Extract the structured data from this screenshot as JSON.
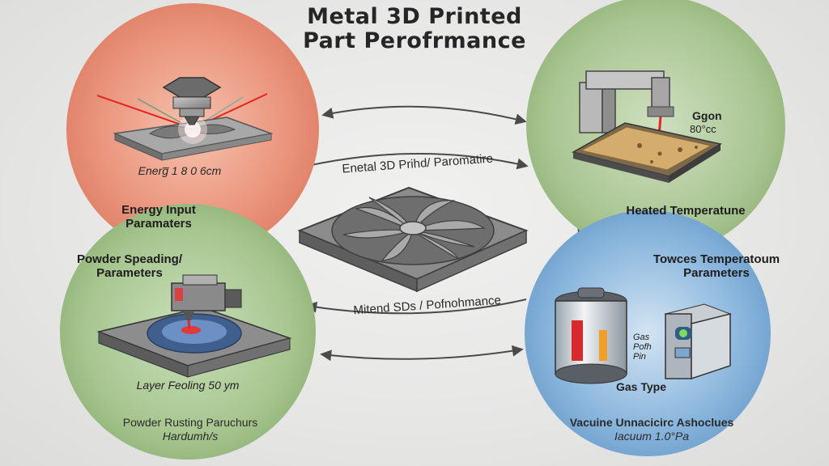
{
  "title": {
    "line1": "Metal 3D Printed",
    "line2": "Part Perofrmance"
  },
  "center": {
    "top_label": "Enetal 3D Prihd/ Paromatire",
    "bottom_label": "Mitend SDs / Pofnohmance"
  },
  "top_left": {
    "caption": "Energ̅ 1 8 0 6cm",
    "label_line1": "Energy Input",
    "label_line2": "Paramaters"
  },
  "top_right": {
    "gas_text": "Ggon",
    "temp_text": "80°cc",
    "label": "Heated Temperatune"
  },
  "left_middle": {
    "label_line1": "Powder Speading/",
    "label_line2": "Parameters"
  },
  "right_middle": {
    "label_line1": "Towces Temperatoum",
    "label_line2": "Parameters"
  },
  "bottom_left": {
    "caption": "Layer Feoling 50 ym",
    "note_line1": "Powder Rusting Paruchurs",
    "note_line2": "Hardumh/s"
  },
  "bottom_right": {
    "gas_label_line1": "Gas",
    "gas_label_line2": "Pofh",
    "gas_label_line3": "Pin",
    "caption": "Gas Type",
    "note_line1": "Vacuine Unnacicirc Ashoclues",
    "note_line2": "Iacuum 1.0°Pa"
  },
  "colors": {
    "energy_circle": "#e9917a",
    "heat_circle": "#a9c592",
    "powder_circle": "#a6c58e",
    "gas_circle": "#86b3d9",
    "laser": "#e32626"
  }
}
